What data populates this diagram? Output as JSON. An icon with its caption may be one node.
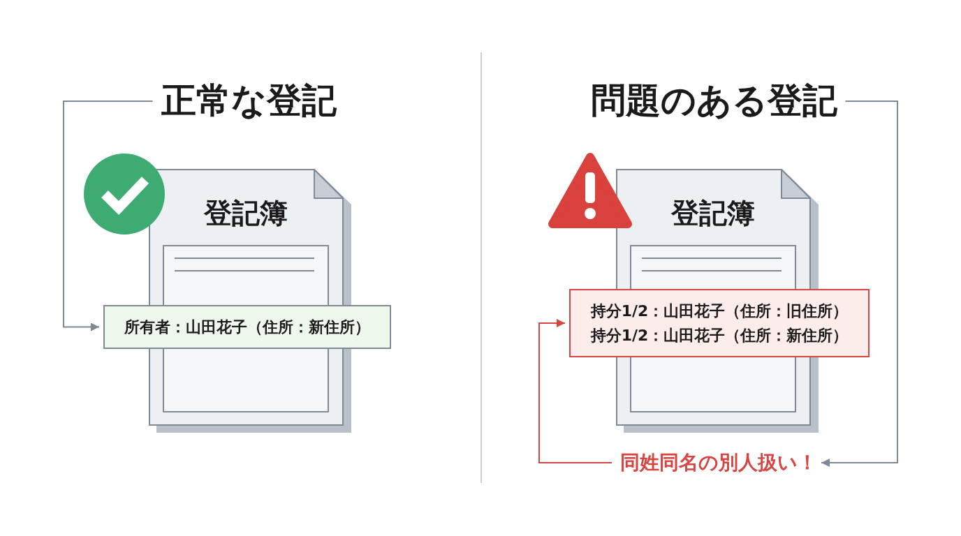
{
  "diagram": {
    "nodes": [
      {
        "text": [
          "正常な登記"
        ]
      },
      {
        "text": [
          "登記簿"
        ]
      },
      {
        "text": [
          "所有者：山田花子（住所：新住所）"
        ]
      },
      {
        "text": [
          "問題のある登記"
        ]
      },
      {
        "text": [
          "登記簿"
        ]
      },
      {
        "text": [
          "持分1/2：山田花子（住所：旧住所）",
          "持分1/2：山田花子（住所：新住所）"
        ]
      },
      {
        "text": [
          "同姓同名の別人扱い！"
        ]
      }
    ],
    "edges": [
      {
        "from": 0,
        "to": 2,
        "arrow": "to"
      },
      {
        "from": 3,
        "to": 6,
        "arrow": "to"
      },
      {
        "from": 6,
        "to": 5,
        "arrow": "to",
        "color": "#d64541"
      }
    ]
  }
}
